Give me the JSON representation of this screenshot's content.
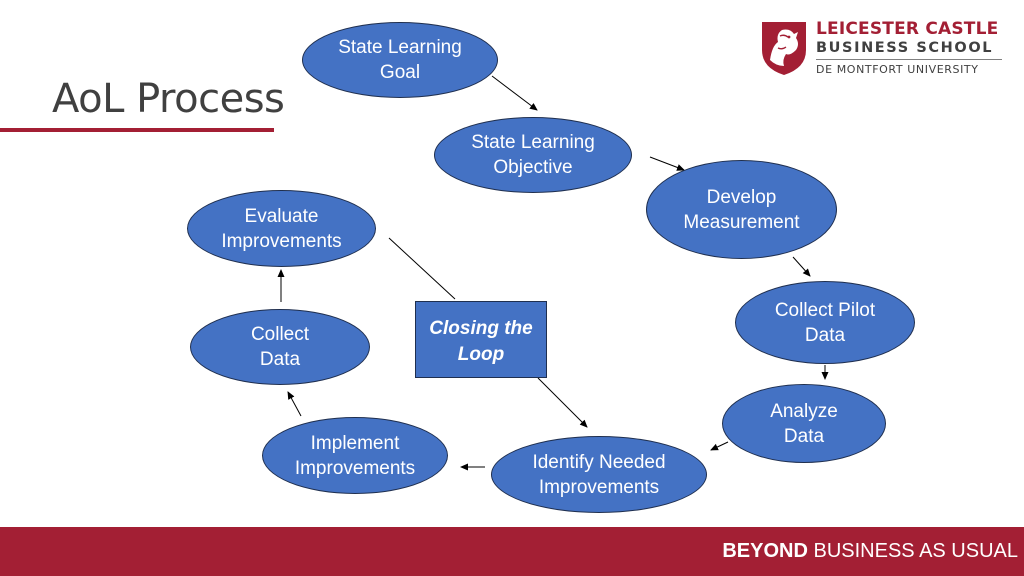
{
  "slide": {
    "title": "AoL Process",
    "colors": {
      "accent": "#a31f34",
      "node_fill": "#4472c4",
      "node_border": "#1f2f4f",
      "text_dark": "#404040"
    }
  },
  "logo": {
    "line1": "LEICESTER CASTLE",
    "line2": "BUSINESS SCHOOL",
    "line3": "DE MONTFORT UNIVERSITY",
    "icon": "castle-shield-icon"
  },
  "diagram": {
    "nodes": {
      "state_goal": "State Learning\nGoal",
      "state_objective": "State Learning\nObjective",
      "develop_measurement": "Develop\nMeasurement",
      "collect_pilot": "Collect Pilot\nData",
      "analyze_data": "Analyze\nData",
      "identify_improvements": "Identify Needed\nImprovements",
      "implement_improvements": "Implement\nImprovements",
      "collect_data": "Collect\nData",
      "evaluate_improvements": "Evaluate\nImprovements"
    },
    "center_label": "Closing the\nLoop"
  },
  "footer": {
    "bold": "BEYOND",
    "rest": " BUSINESS AS USUAL"
  }
}
